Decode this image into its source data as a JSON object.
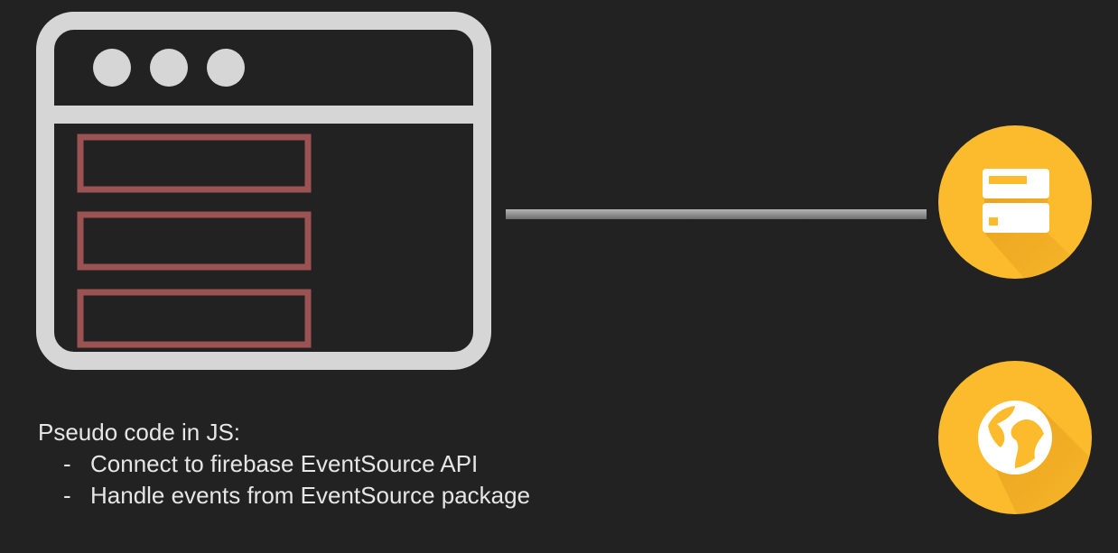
{
  "notes": {
    "heading": "Pseudo code in JS:",
    "items": [
      {
        "bullet": "-",
        "text": "Connect to firebase EventSource API"
      },
      {
        "bullet": "-",
        "text": "Handle events from EventSource package"
      }
    ]
  },
  "colors": {
    "background": "#222222",
    "browser_frame": "#d6d6d6",
    "list_item_outline": "#9a5252",
    "connector_line": "#8f8f8f",
    "icon_circle": "#fbbb2c",
    "icon_glyph": "#ffffff"
  },
  "icons": {
    "browser": "browser-window-icon",
    "server": "server-icon",
    "globe": "globe-icon"
  }
}
